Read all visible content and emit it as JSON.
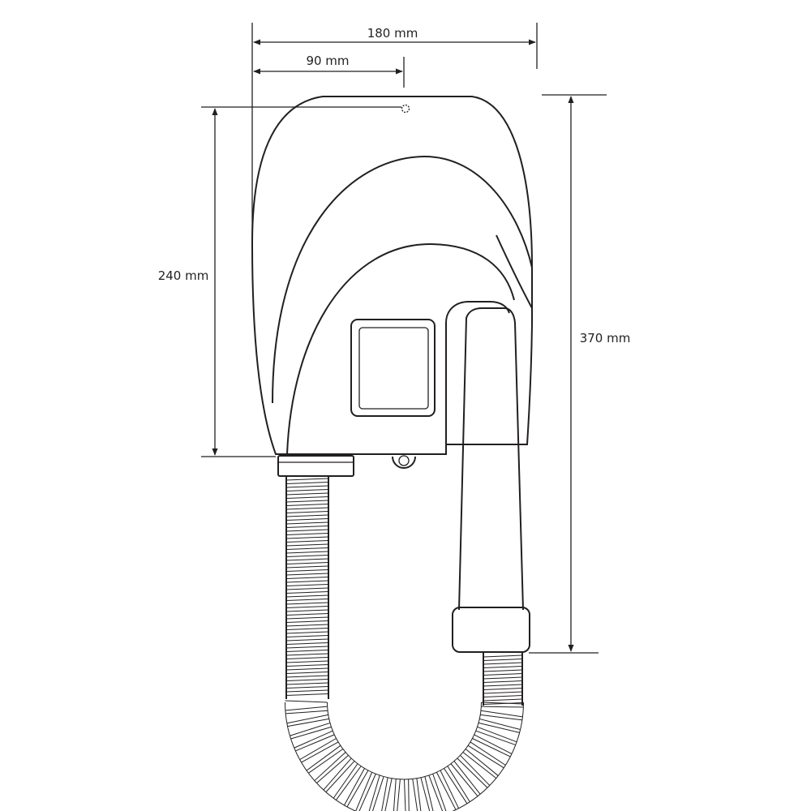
{
  "dimensions": {
    "total_width": "180 mm",
    "half_width": "90 mm",
    "body_height": "240 mm",
    "total_height": "370 mm"
  },
  "colors": {
    "line": "#231f20",
    "background": "#ffffff"
  }
}
